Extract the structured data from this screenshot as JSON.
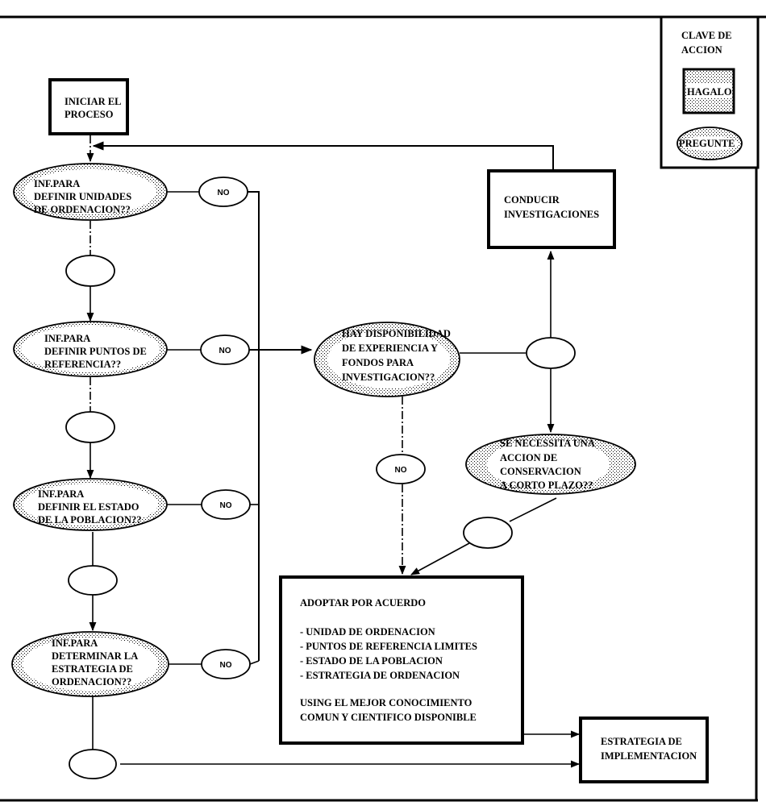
{
  "diagram": {
    "legend": {
      "title_line1": "CLAVE DE",
      "title_line2": "ACCION",
      "action_label": "HAGALO",
      "question_label": "PREGUNTE"
    },
    "nodes": {
      "start": [
        "INICIAR EL",
        "PROCESO"
      ],
      "q_units": [
        "INF.PARA",
        "DEFINIR UNIDADES",
        "DE ORDENACION??"
      ],
      "q_reference": [
        "INF.PARA",
        "DEFINIR PUNTOS DE",
        "REFERENCIA??"
      ],
      "q_population": [
        "INF.PARA",
        "DEFINIR EL ESTADO",
        "DE LA POBLACION??"
      ],
      "q_strategy": [
        "INF.PARA",
        "DETERMINAR LA",
        "ESTRATEGIA DE",
        "ORDENACION??"
      ],
      "q_resources": [
        "HAY DISPONIBILIDAD",
        "DE EXPERIENCIA Y",
        "FONDOS PARA",
        "INVESTIGACION??"
      ],
      "q_conservation": [
        "SE NECESSITA UNA",
        "ACCION DE",
        "CONSERVACION",
        "A CORTO PLAZO??"
      ],
      "conduct_research": [
        "CONDUCIR",
        "INVESTIGACIONES"
      ],
      "adopt": {
        "title": "ADOPTAR POR ACUERDO",
        "items": [
          "- UNIDAD DE ORDENACION",
          "- PUNTOS DE REFERENCIA LIMITES",
          "- ESTADO DE LA POBLACION",
          "- ESTRATEGIA DE ORDENACION"
        ],
        "footer": [
          "USING EL MEJOR CONOCIMIENTO",
          "COMUN Y CIENTIFICO DISPONIBLE"
        ]
      },
      "implementation": [
        "ESTRATEGIA DE",
        "IMPLEMENTACION"
      ]
    },
    "answers": {
      "no": "NO",
      "yes_blank": ""
    },
    "colors": {
      "ink": "#000000",
      "paper": "#ffffff",
      "stipple": "#b8b8b8"
    }
  }
}
